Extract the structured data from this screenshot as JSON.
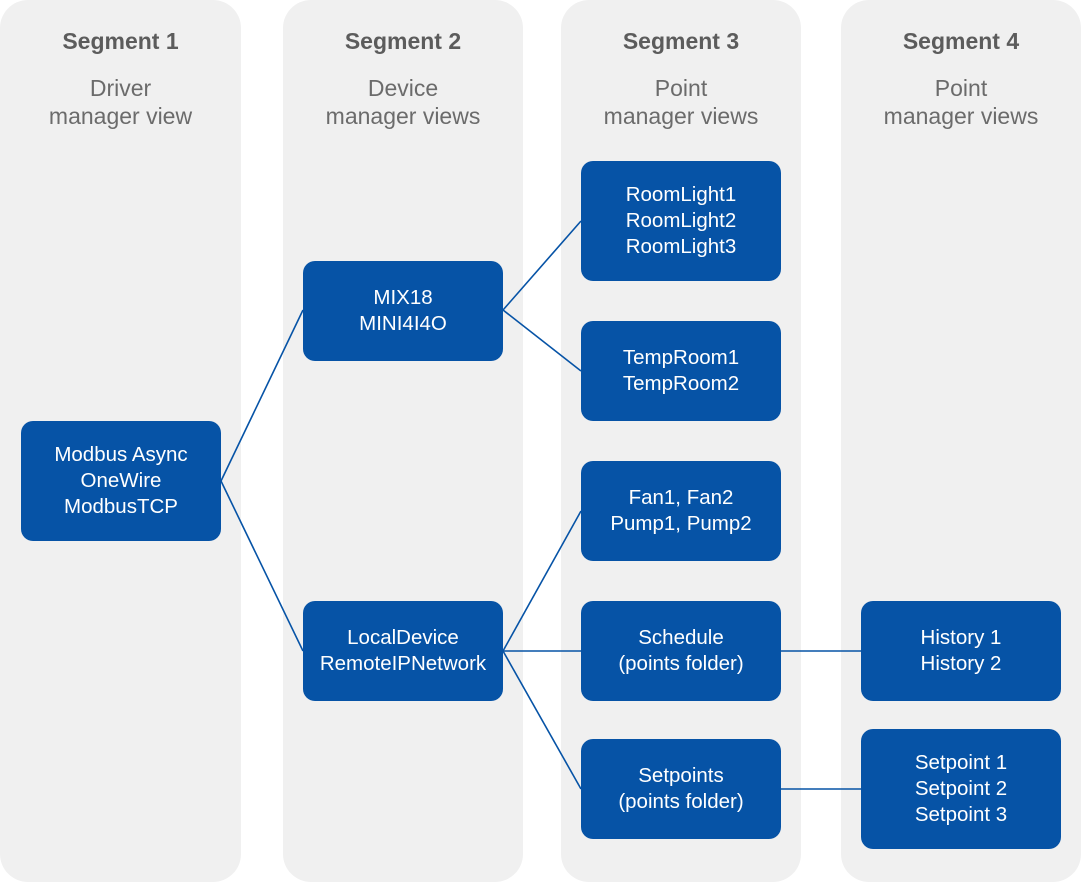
{
  "segments": [
    {
      "title": "Segment 1",
      "subtitle": [
        "Driver",
        "manager view"
      ]
    },
    {
      "title": "Segment 2",
      "subtitle": [
        "Device",
        "manager views"
      ]
    },
    {
      "title": "Segment 3",
      "subtitle": [
        "Point",
        "manager views"
      ]
    },
    {
      "title": "Segment 4",
      "subtitle": [
        "Point",
        "manager views"
      ]
    }
  ],
  "nodes": {
    "drivers": [
      "Modbus Async",
      "OneWire",
      "ModbusTCP"
    ],
    "devices_a": [
      "MIX18",
      "MINI4I4O"
    ],
    "devices_b": [
      "LocalDevice",
      "RemoteIPNetwork"
    ],
    "room_lights": [
      "RoomLight1",
      "RoomLight2",
      "RoomLight3"
    ],
    "temp_rooms": [
      "TempRoom1",
      "TempRoom2"
    ],
    "fans_pumps": [
      "Fan1, Fan2",
      "Pump1, Pump2"
    ],
    "schedule": [
      "Schedule",
      "(points folder)"
    ],
    "setpoints": [
      "Setpoints",
      "(points folder)"
    ],
    "history": [
      "History 1",
      "History 2"
    ],
    "setpoint_points": [
      "Setpoint 1",
      "Setpoint 2",
      "Setpoint 3"
    ]
  },
  "colors": {
    "column_bg": "#f0f0f0",
    "node_fill": "#0653a6",
    "node_text": "#ffffff",
    "connector": "#0653a6",
    "title_text": "#5c5c5c"
  }
}
